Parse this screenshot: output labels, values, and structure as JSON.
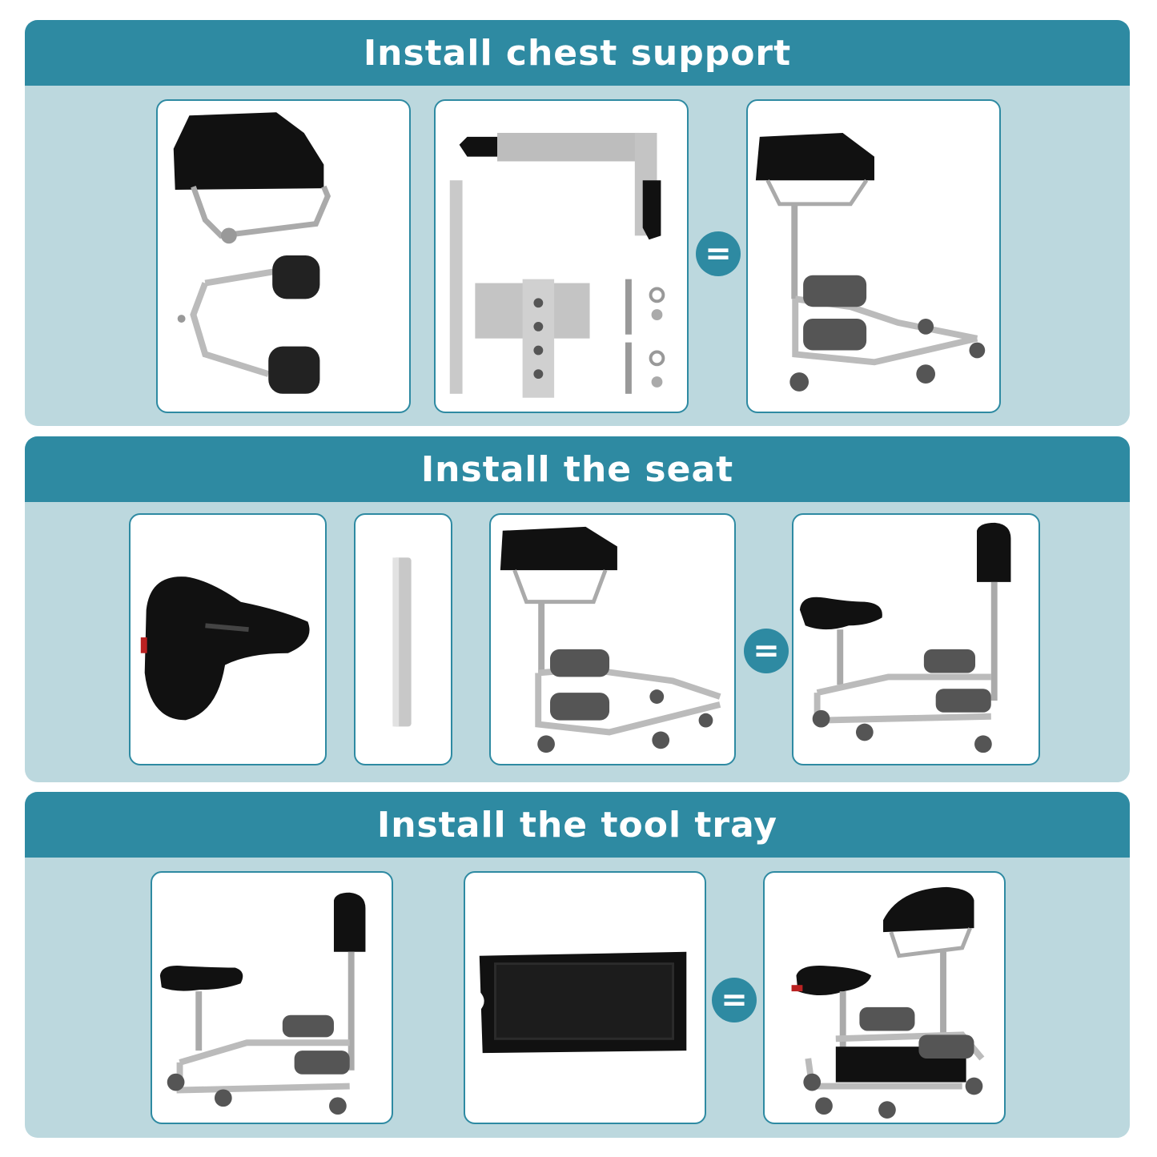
{
  "sections": [
    {
      "title": "Install chest support",
      "equals": "="
    },
    {
      "title": "Install the seat",
      "equals": "="
    },
    {
      "title": "Install the tool tray",
      "equals": "="
    }
  ],
  "colors": {
    "header": "#2e8aa2",
    "section_background": "#bcd8de",
    "panel_border": "#2e8aa2",
    "panel_background": "#ffffff"
  }
}
